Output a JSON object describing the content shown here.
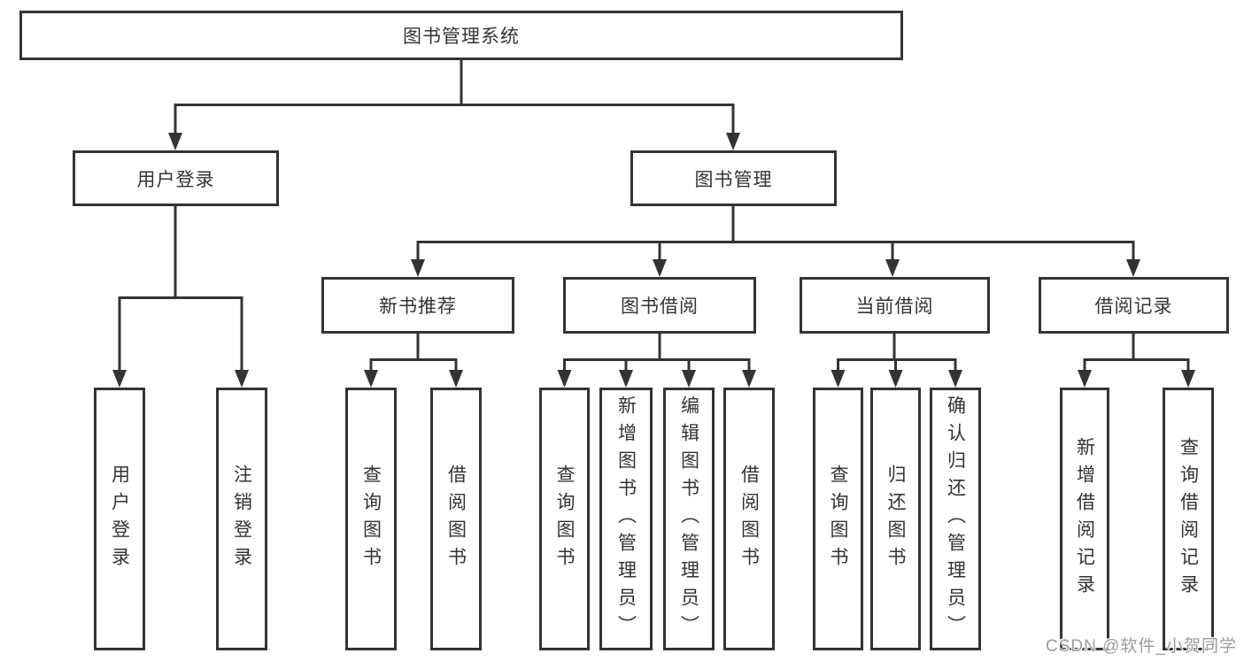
{
  "diagram": {
    "type": "hierarchy-tree",
    "root": {
      "label": "图书管理系统"
    },
    "branches": [
      {
        "label": "用户登录",
        "children": [
          {
            "label": "用户登录"
          },
          {
            "label": "注销登录"
          }
        ]
      },
      {
        "label": "图书管理",
        "groups": [
          {
            "label": "新书推荐",
            "children": [
              {
                "label": "查询图书"
              },
              {
                "label": "借阅图书"
              }
            ]
          },
          {
            "label": "图书借阅",
            "children": [
              {
                "label": "查询图书"
              },
              {
                "label": "新增图书（管理员）"
              },
              {
                "label": "编辑图书（管理员）"
              },
              {
                "label": "借阅图书"
              }
            ]
          },
          {
            "label": "当前借阅",
            "children": [
              {
                "label": "查询图书"
              },
              {
                "label": "归还图书"
              },
              {
                "label": "确认归还（管理员）"
              }
            ]
          },
          {
            "label": "借阅记录",
            "children": [
              {
                "label": "新增借阅记录"
              },
              {
                "label": "查询借阅记录"
              }
            ]
          }
        ]
      }
    ]
  },
  "colors": {
    "line": "#333333",
    "text": "#333333",
    "background": "#ffffff",
    "watermark": "#9c9c9c"
  },
  "watermark": {
    "text": "CSDN @软件_小贺同学"
  }
}
